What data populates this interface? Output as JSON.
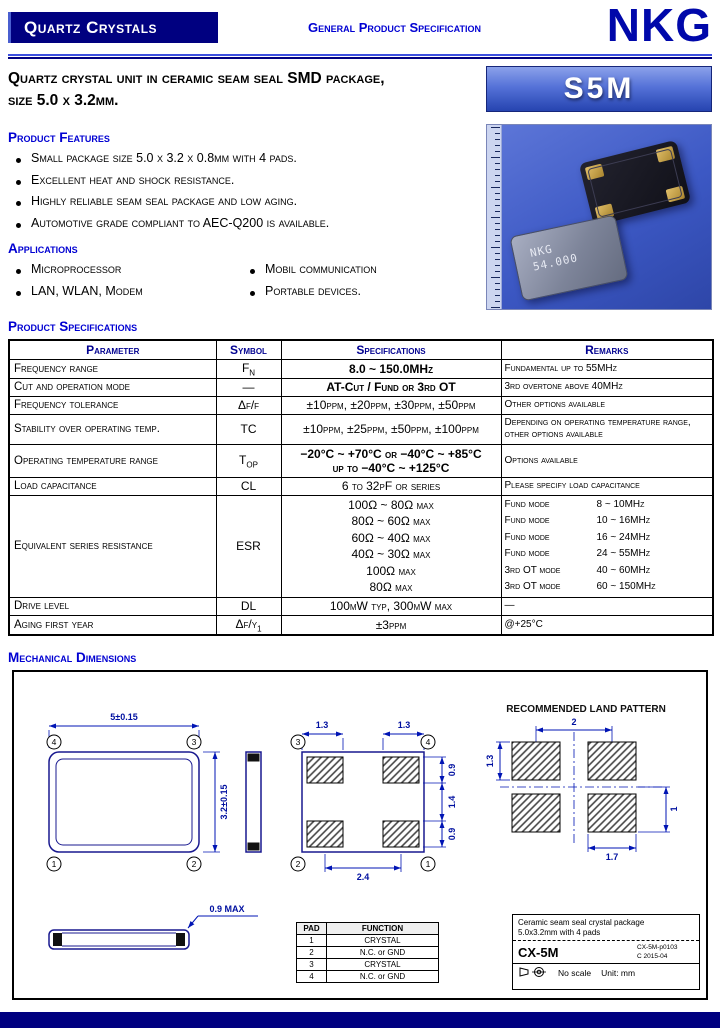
{
  "colors": {
    "brand_navy": "#000080",
    "heading_blue": "#0000d2",
    "logo_blue": "#0008aa",
    "table_header_blue": "#000090",
    "drawing_blue": "#0010a0",
    "photo_blue": "#3c58c4"
  },
  "header": {
    "product_line": "Quartz Crystals",
    "doc_type": "General Product Specification",
    "brand": "NKG"
  },
  "title": {
    "line1": "Quartz crystal unit in ceramic seam seal SMD package,",
    "line2": "size 5.0 x 3.2mm.",
    "model": "S5M"
  },
  "photo": {
    "marking_line1": "NKG",
    "marking_line2": "54.000"
  },
  "features": {
    "heading": "Product Features",
    "items": [
      "Small package size 5.0 x 3.2 x 0.8mm with 4 pads.",
      "Excellent heat and shock resistance.",
      "Highly reliable seam seal package and low aging.",
      "Automotive grade compliant to AEC-Q200 is available."
    ]
  },
  "applications": {
    "heading": "Applications",
    "col1": [
      "Microprocessor",
      "LAN, WLAN, Modem"
    ],
    "col2": [
      "Mobil communication",
      "Portable devices."
    ]
  },
  "specifications": {
    "heading": "Product Specifications",
    "columns": [
      "Parameter",
      "Symbol",
      "Specifications",
      "Remarks"
    ],
    "rows": [
      {
        "parameter": "Frequency range",
        "symbol": {
          "main": "F",
          "sub": "N"
        },
        "spec": "8.0 ~ 150.0MHz",
        "remark": "Fundamental up to 55MHz"
      },
      {
        "parameter": "Cut and operation mode",
        "symbol": {
          "main": "—"
        },
        "spec": "AT-Cut / Fund or 3rd OT",
        "remark": "3rd overtone above 40MHz"
      },
      {
        "parameter": "Frequency tolerance",
        "symbol": {
          "main": "Δf/f"
        },
        "spec": "±10ppm, ±20ppm, ±30ppm, ±50ppm",
        "remark": "Other options available"
      },
      {
        "parameter": "Stability over operating temp.",
        "symbol": {
          "main": "TC"
        },
        "spec": "±10ppm, ±25ppm, ±50ppm, ±100ppm",
        "remark": "Depending on operating temperature range, other options available"
      },
      {
        "parameter": "Operating temperature range",
        "symbol": {
          "main": "T",
          "sub": "OP"
        },
        "spec_lines": [
          "−20°C ~ +70°C or −40°C ~ +85°C",
          "up to −40°C ~ +125°C"
        ],
        "remark": "Options available"
      },
      {
        "parameter": "Load capacitance",
        "symbol": {
          "main": "CL"
        },
        "spec": "6 to 32pF or series",
        "remark": "Please specify load capacitance"
      },
      {
        "parameter": "Equivalent series resistance",
        "symbol": {
          "main": "ESR"
        },
        "specs": [
          "100Ω ~ 80Ω max",
          "80Ω ~ 60Ω max",
          "60Ω ~ 40Ω max",
          "40Ω ~ 30Ω max",
          "100Ω max",
          "80Ω max"
        ],
        "remarks": [
          {
            "mode": "Fund mode",
            "range": "8 ~ 10MHz"
          },
          {
            "mode": "Fund mode",
            "range": "10 ~ 16MHz"
          },
          {
            "mode": "Fund mode",
            "range": "16 ~ 24MHz"
          },
          {
            "mode": "Fund mode",
            "range": "24 ~ 55MHz"
          },
          {
            "mode": "3rd OT mode",
            "range": "40 ~ 60MHz"
          },
          {
            "mode": "3rd OT mode",
            "range": "60 ~ 150MHz"
          }
        ]
      },
      {
        "parameter": "Drive level",
        "symbol": {
          "main": "DL"
        },
        "spec": "100μW typ,  300μW max",
        "remark": "—"
      },
      {
        "parameter": "Aging first year",
        "symbol": {
          "main": "Δf/y",
          "sub": "1"
        },
        "spec": "±3ppm",
        "remark": "@+25°C"
      }
    ]
  },
  "mechanical": {
    "heading": "Mechanical Dimensions",
    "land_pattern_title": "RECOMMENDED LAND PATTERN",
    "pins_top_view": [
      "4",
      "3",
      "1",
      "2"
    ],
    "pins_bottom_view": [
      "3",
      "4",
      "2",
      "1"
    ],
    "dims": {
      "body_width": "5±0.15",
      "body_height": "3.2±0.15",
      "pad_offset_left": "1.3",
      "pad_offset_right": "1.3",
      "pad_height_top": "0.9",
      "pad_gap": "1.4",
      "pad_height_bottom": "0.9",
      "pad_span": "2.4",
      "land_pitch": "2",
      "land_height": "1.3",
      "land_gap": "1",
      "land_width": "1.7",
      "thickness": "0.9 MAX"
    },
    "pad_table": {
      "headers": [
        "PAD",
        "FUNCTION"
      ],
      "rows": [
        [
          "1",
          "CRYSTAL"
        ],
        [
          "2",
          "N.C. or GND"
        ],
        [
          "3",
          "CRYSTAL"
        ],
        [
          "4",
          "N.C. or GND"
        ]
      ]
    },
    "title_block": {
      "desc_line1": "Ceramic seam seal crystal package",
      "desc_line2": "5.0x3.2mm with 4 pads",
      "part": "CX-5M",
      "doc_no": "CX-5M-p0103",
      "rev": "C    2015-04",
      "scale": "No scale",
      "unit": "Unit: mm"
    }
  }
}
